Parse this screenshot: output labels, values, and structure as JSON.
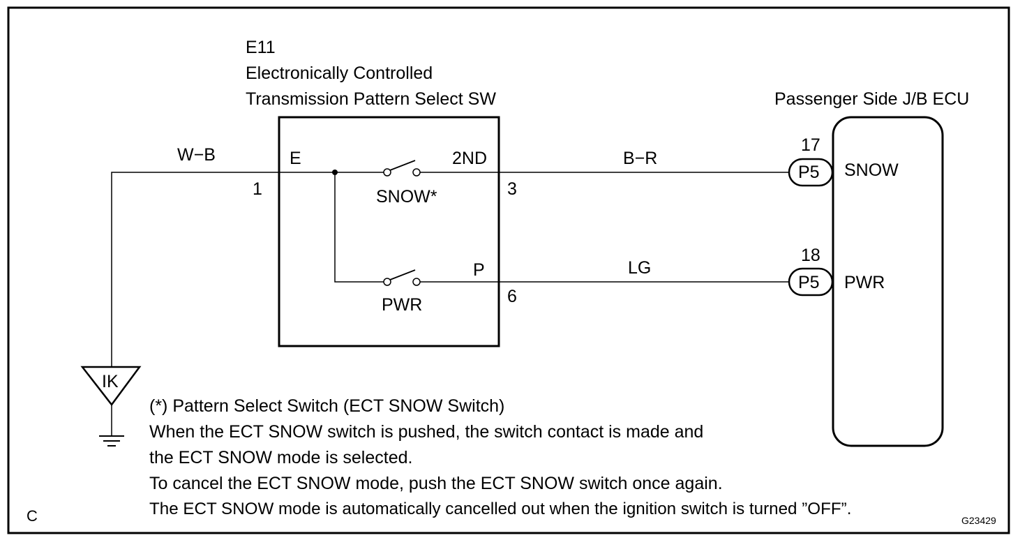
{
  "component": {
    "code": "E11",
    "name_line1": "Electronically Controlled",
    "name_line2": "Transmission Pattern Select SW"
  },
  "ecu": {
    "name": "Passenger Side J/B ECU"
  },
  "ground_wire": {
    "color": "W−B"
  },
  "ground_point": {
    "code": "IK"
  },
  "switch_box": {
    "terminal_e": "E",
    "pin_e": "1",
    "terminal_2nd": "2ND",
    "pin_2nd": "3",
    "terminal_p": "P",
    "pin_p": "6",
    "snow_switch_label": "SNOW*",
    "pwr_switch_label": "PWR"
  },
  "wires": {
    "snow_wire_color": "B−R",
    "pwr_wire_color": "LG"
  },
  "connectors": {
    "snow": {
      "pin": "17",
      "connector": "P5",
      "signal": "SNOW"
    },
    "pwr": {
      "pin": "18",
      "connector": "P5",
      "signal": "PWR"
    }
  },
  "notes": {
    "line1": "(*) Pattern Select Switch (ECT SNOW Switch)",
    "line2": "When the ECT SNOW switch is pushed, the switch contact is made and",
    "line3": "the ECT SNOW mode is selected.",
    "line4": "To cancel the ECT SNOW mode, push the ECT SNOW switch once again.",
    "line5": "The ECT SNOW mode is automatically cancelled out when the ignition switch is turned ”OFF”."
  },
  "corner_letter": "C",
  "figure_code": "G23429"
}
